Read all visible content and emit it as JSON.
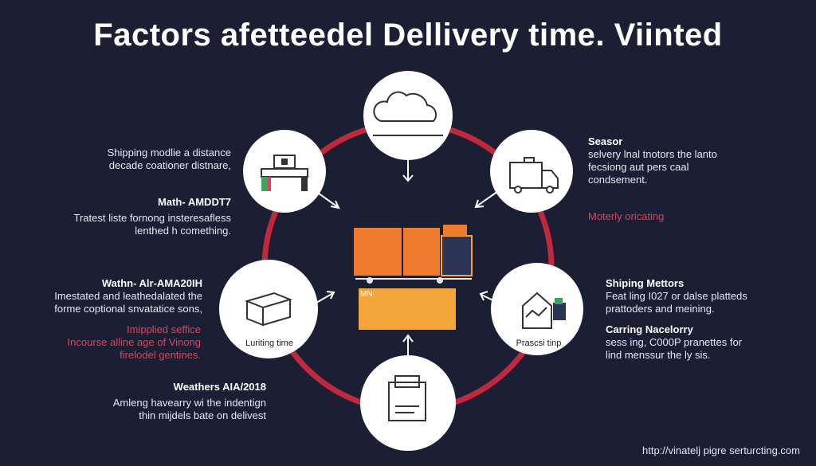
{
  "title": "Factors afetteedel Dellivery time. Viinted",
  "colors": {
    "background": "#1c1f33",
    "ring": "#c0283d",
    "node": "#ffffff",
    "accent_orange": "#f07a2d",
    "accent_amber": "#f4a63a",
    "accent_navy": "#2d3557"
  },
  "center_label": "MN",
  "nodes": {
    "top": {
      "icon": "cloud-icon"
    },
    "top_left": {
      "icon": "desk-icon"
    },
    "top_right": {
      "icon": "truck-icon"
    },
    "mid_left": {
      "icon": "box-icon",
      "label": "Luriting time"
    },
    "mid_right": {
      "icon": "house-chart-icon",
      "label": "Prascsi tinp"
    },
    "bottom": {
      "icon": "document-icon"
    }
  },
  "left_texts": {
    "block1": {
      "line1": "Shipping modlie a distance",
      "line2": "decade coationer distnare,"
    },
    "block2": {
      "heading": "Math- AMDDT7",
      "line1": "Tratest liste fornong insteresafless",
      "line2": "lenthed h comething."
    },
    "block3": {
      "heading": "Wathn- Alr-AMA20IH",
      "line1": "Imestated and leathedalated the",
      "line2": "forme coptional snvatatice sons,"
    },
    "block4": {
      "line1": "Imipplied seffice",
      "line2": "Incourse alline age of Vinong",
      "line3": "firelodel gentines."
    },
    "block5": {
      "heading": "Weathers AIA/2018",
      "line1": "Amleng havearry wi the indentign",
      "line2": "thin mijdels bate on delivest"
    }
  },
  "right_texts": {
    "block1": {
      "heading": "Seasor",
      "line1": "selvery lnal tnotors the lanto",
      "line2": "fecsiong aut pers caal",
      "line3": "condsement."
    },
    "block2": {
      "line1": "Moterly oricating"
    },
    "block3": {
      "heading": "Shiping Mettors",
      "line1": "Feat ling I027 or dalse platteds",
      "line2": "prattoders and meining."
    },
    "block4": {
      "heading": "Carring Nacelorry",
      "line1": "sess ing, C000P pranettes for",
      "line2": "lind menssur the ly sis."
    }
  },
  "url": "http://vinatelj pigre serturcting.com"
}
